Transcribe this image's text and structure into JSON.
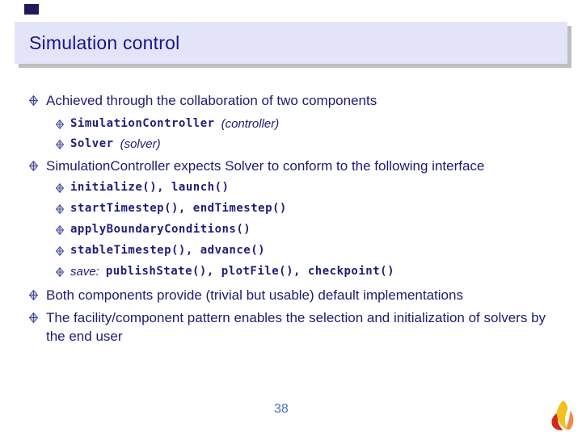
{
  "slide": {
    "title": "Simulation control",
    "page_number": "38",
    "bullets": [
      {
        "text": "Achieved through the collaboration of two components",
        "children": [
          {
            "code": "SimulationController",
            "note": "(controller)"
          },
          {
            "code": "Solver",
            "note": "(solver)"
          }
        ]
      },
      {
        "text": "SimulationController expects Solver to conform to the following interface",
        "children": [
          {
            "code": "initialize(), launch()"
          },
          {
            "code": "startTimestep(), endTimestep()"
          },
          {
            "code": "applyBoundaryConditions()"
          },
          {
            "code": "stableTimestep(), advance()"
          },
          {
            "prefix": "save:",
            "code": "publishState(), plotFile(), checkpoint()"
          }
        ]
      },
      {
        "text": "Both components provide (trivial but usable) default implementations"
      },
      {
        "text": "The facility/component pattern enables the selection and initialization of solvers by the end user"
      }
    ],
    "colors": {
      "header_bg": "#e4e4f8",
      "header_text": "#17178c",
      "body_text": "#1c1c72",
      "code_text": "#1d1d7d",
      "page_number": "#4a6fc4",
      "shadow_gray": "#949494",
      "bullet_fill": "#c8cdeb",
      "bullet_stroke": "#3a3f9a",
      "flame_red": "#d22b1a",
      "flame_yellow": "#f2c11d",
      "flame_orange": "#ef8a44"
    },
    "icons": {
      "bullet": "diamond-cross-bullet",
      "logo": "flame-logo"
    }
  }
}
